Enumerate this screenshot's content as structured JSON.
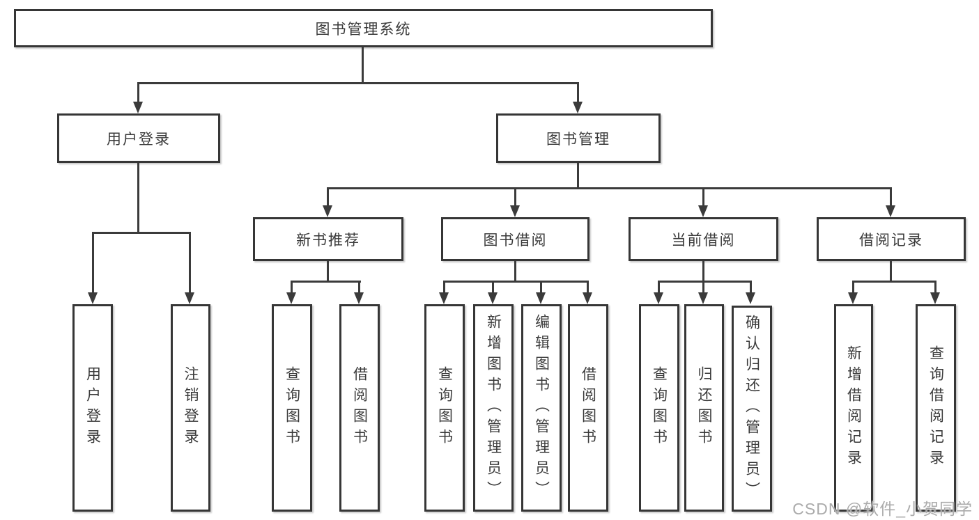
{
  "diagram": {
    "root": {
      "label": "图书管理系统"
    },
    "level2": [
      {
        "label": "用户登录"
      },
      {
        "label": "图书管理"
      }
    ],
    "level3": [
      {
        "label": "新书推荐"
      },
      {
        "label": "图书借阅"
      },
      {
        "label": "当前借阅"
      },
      {
        "label": "借阅记录"
      }
    ],
    "leaves": {
      "user_login": [
        "用户登录",
        "注销登录"
      ],
      "new_book_recommend": [
        "查询图书",
        "借阅图书"
      ],
      "book_borrow": [
        "查询图书",
        "新增图书（管理员）",
        "编辑图书（管理员）",
        "借阅图书"
      ],
      "current_borrow": [
        "查询图书",
        "归还图书",
        "确认归还（管理员）"
      ],
      "borrow_records": [
        "新增借阅记录",
        "查询借阅记录"
      ]
    },
    "watermark": "CSDN @软件_小贺同学",
    "colors": {
      "line": "#3b3b3b",
      "border": "#363636",
      "fill": "#ffffff",
      "text": "#3a3a3a",
      "watermark": "#ababab"
    }
  }
}
